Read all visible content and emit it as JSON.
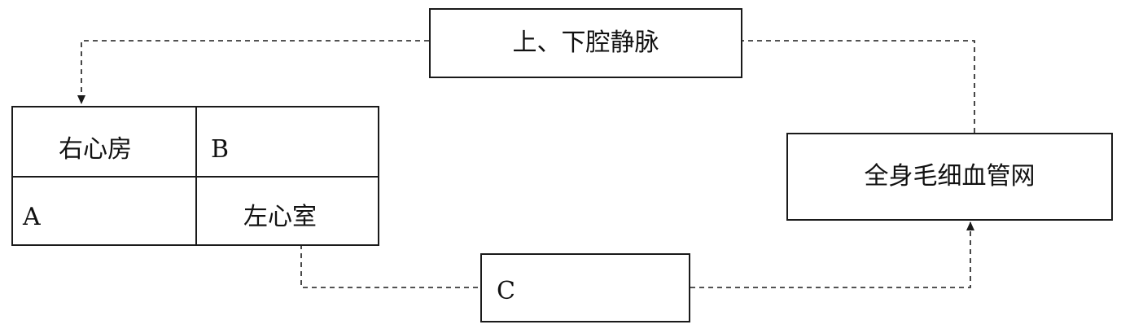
{
  "diagram": {
    "veins_box": {
      "label": "上、下腔静脉"
    },
    "capillary_box": {
      "label": "全身毛细血管网"
    },
    "c_box": {
      "label": "C"
    },
    "heart": {
      "right_atrium": "右心房",
      "b": "B",
      "a": "A",
      "left_ventricle": "左心室"
    }
  }
}
